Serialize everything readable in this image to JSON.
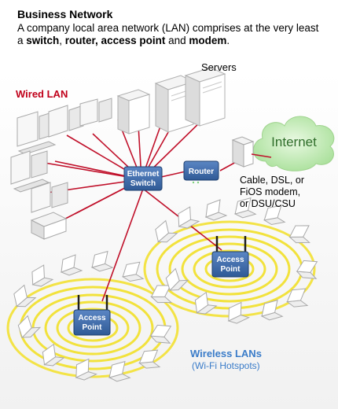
{
  "header": {
    "title": "Business Network",
    "desc_parts": [
      "A company local area network (LAN) comprises at the very least a ",
      "switch",
      ", ",
      "router, access point",
      " and ",
      "modem",
      "."
    ]
  },
  "labels": {
    "servers": "Servers",
    "wired_lan": "Wired LAN",
    "internet": "Internet",
    "modem_lines": [
      "Cable, DSL, or",
      "FiOS modem,",
      "or DSU/CSU"
    ],
    "wireless_lans": "Wireless LANs",
    "wifi_hotspots": "(Wi-Fi Hotspots)"
  },
  "devices": {
    "switch_lines": [
      "Ethernet",
      "Switch"
    ],
    "router": "Router",
    "access_point_lines": [
      "Access",
      "Point"
    ]
  },
  "colors": {
    "wired_accent": "#c0001a",
    "wireless_accent": "#3a7cc9",
    "cable": "#c0102a",
    "device_blue": "#3c6aa8",
    "ring_yellow": "#f5e84a",
    "cloud_green": "#b5e8a8"
  }
}
